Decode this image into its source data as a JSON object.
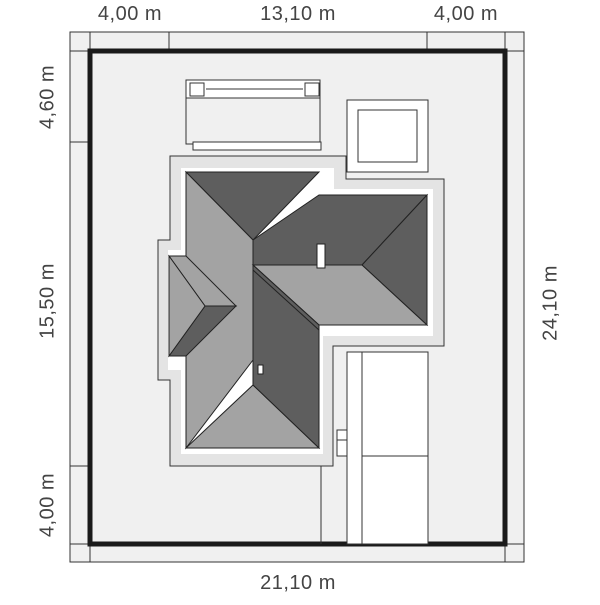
{
  "dimensions": {
    "top_left": "4,00 m",
    "top_middle": "13,10 m",
    "top_right": "4,00 m",
    "bottom": "21,10 m",
    "left_top": "4,60 m",
    "left_middle": "15,50 m",
    "left_bottom": "4,00 m",
    "right": "24,10 m"
  },
  "colors": {
    "roof_light": "#a3a3a3",
    "roof_dark": "#5e5e5e",
    "plot_background": "#f0f0f0",
    "plot_border": "#1a1a1a",
    "house_outline": "#e8e8e8"
  }
}
